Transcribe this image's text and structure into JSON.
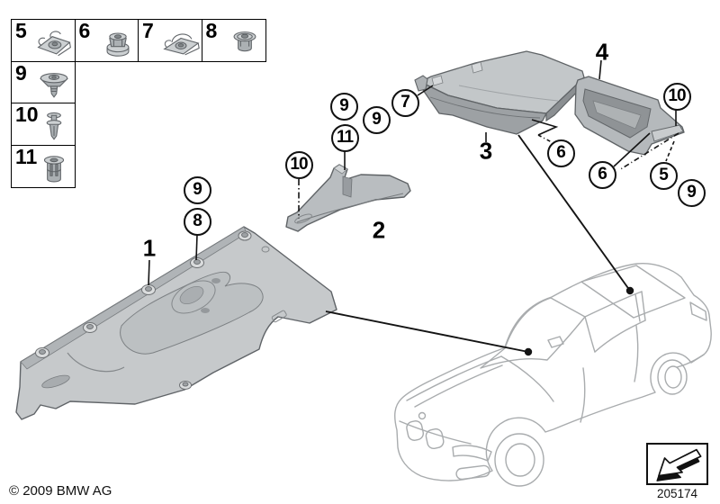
{
  "legend": {
    "cells": [
      {
        "num": "5",
        "icon": "cage-nut-icon"
      },
      {
        "num": "6",
        "icon": "flange-nut-icon"
      },
      {
        "num": "7",
        "icon": "speed-nut-icon"
      },
      {
        "num": "8",
        "icon": "blind-grommet-icon"
      },
      {
        "num": "9",
        "icon": "push-rivet-icon"
      },
      {
        "num": "10",
        "icon": "expansion-rivet-icon"
      },
      {
        "num": "11",
        "icon": "expansion-nut-icon"
      }
    ]
  },
  "part_labels": [
    {
      "label": "1"
    },
    {
      "label": "2"
    },
    {
      "label": "3"
    },
    {
      "label": "4"
    }
  ],
  "callouts": [
    {
      "label": "9"
    },
    {
      "label": "8"
    },
    {
      "label": "9"
    },
    {
      "label": "11"
    },
    {
      "label": "9"
    },
    {
      "label": "7"
    },
    {
      "label": "10"
    },
    {
      "label": "6"
    },
    {
      "label": "10"
    },
    {
      "label": "6"
    },
    {
      "label": "5"
    },
    {
      "label": "9"
    }
  ],
  "footer": {
    "copyright": "© 2009 BMW AG",
    "doc_number": "205174",
    "doc_icon": "direction-arrow-icon"
  },
  "colors": {
    "background": "#ffffff",
    "line": "#141414",
    "part_fill": "#c3c7c9",
    "part_shade": "#9da1a4",
    "part_dark": "#8b8f92",
    "car_line": "#a9acae"
  }
}
